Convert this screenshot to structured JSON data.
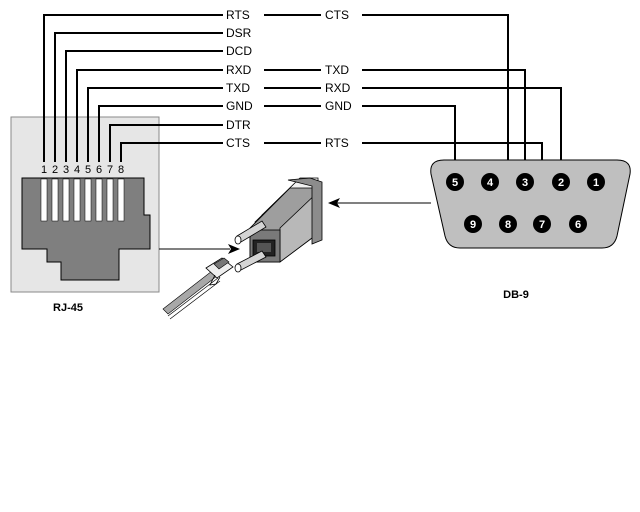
{
  "diagram": {
    "rj45": {
      "label": "RJ-45",
      "pins": [
        "1",
        "2",
        "3",
        "4",
        "5",
        "6",
        "7",
        "8"
      ],
      "signals": [
        "RTS",
        "DSR",
        "DCD",
        "RXD",
        "TXD",
        "GND",
        "DTR",
        "CTS"
      ]
    },
    "db9": {
      "label": "DB-9",
      "top_row_pins": [
        "5",
        "4",
        "3",
        "2",
        "1"
      ],
      "bottom_row_pins": [
        "9",
        "8",
        "7",
        "6"
      ]
    },
    "connections": [
      {
        "rj45_pin": "1",
        "rj45_signal": "RTS",
        "db9_signal": "CTS",
        "db9_pin": "8"
      },
      {
        "rj45_pin": "2",
        "rj45_signal": "DSR",
        "db9_signal": "",
        "db9_pin": ""
      },
      {
        "rj45_pin": "3",
        "rj45_signal": "DCD",
        "db9_signal": "",
        "db9_pin": ""
      },
      {
        "rj45_pin": "4",
        "rj45_signal": "RXD",
        "db9_signal": "TXD",
        "db9_pin": "3"
      },
      {
        "rj45_pin": "5",
        "rj45_signal": "TXD",
        "db9_signal": "RXD",
        "db9_pin": "2"
      },
      {
        "rj45_pin": "6",
        "rj45_signal": "GND",
        "db9_signal": "GND",
        "db9_pin": "5"
      },
      {
        "rj45_pin": "7",
        "rj45_signal": "DTR",
        "db9_signal": "",
        "db9_pin": ""
      },
      {
        "rj45_pin": "8",
        "rj45_signal": "CTS",
        "db9_signal": "RTS",
        "db9_pin": "7"
      }
    ],
    "colors": {
      "line": "#000000",
      "rj45_panel": "#e6e6e6",
      "rj45_body": "#7f7f7f",
      "db9_shell": "#bfbfbf",
      "db9_pin": "#000000"
    }
  }
}
